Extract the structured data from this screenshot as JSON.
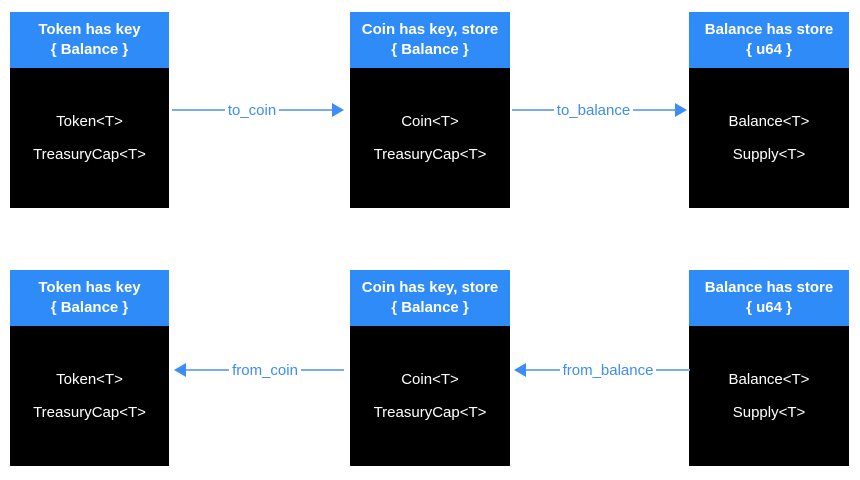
{
  "colors": {
    "header_blue": "#2f8bf8",
    "body_black": "#000000",
    "arrow_blue": "#3c8df6",
    "text_white": "#ffffff"
  },
  "rows": [
    {
      "boxes": [
        {
          "header_line1": "Token has key",
          "header_line2": "{ Balance }",
          "items": [
            "Token<T>",
            "TreasuryCap<T>"
          ]
        },
        {
          "header_line1": "Coin has key, store",
          "header_line2": "{ Balance }",
          "items": [
            "Coin<T>",
            "TreasuryCap<T>"
          ]
        },
        {
          "header_line1": "Balance has store",
          "header_line2": "{ u64 }",
          "items": [
            "Balance<T>",
            "Supply<T>"
          ]
        }
      ],
      "arrows": [
        {
          "label": "to_coin",
          "direction": "right"
        },
        {
          "label": "to_balance",
          "direction": "right"
        }
      ]
    },
    {
      "boxes": [
        {
          "header_line1": "Token has key",
          "header_line2": "{ Balance }",
          "items": [
            "Token<T>",
            "TreasuryCap<T>"
          ]
        },
        {
          "header_line1": "Coin has key, store",
          "header_line2": "{ Balance }",
          "items": [
            "Coin<T>",
            "TreasuryCap<T>"
          ]
        },
        {
          "header_line1": "Balance has store",
          "header_line2": "{ u64 }",
          "items": [
            "Balance<T>",
            "Supply<T>"
          ]
        }
      ],
      "arrows": [
        {
          "label": "from_coin",
          "direction": "left"
        },
        {
          "label": "from_balance",
          "direction": "left"
        }
      ]
    }
  ]
}
